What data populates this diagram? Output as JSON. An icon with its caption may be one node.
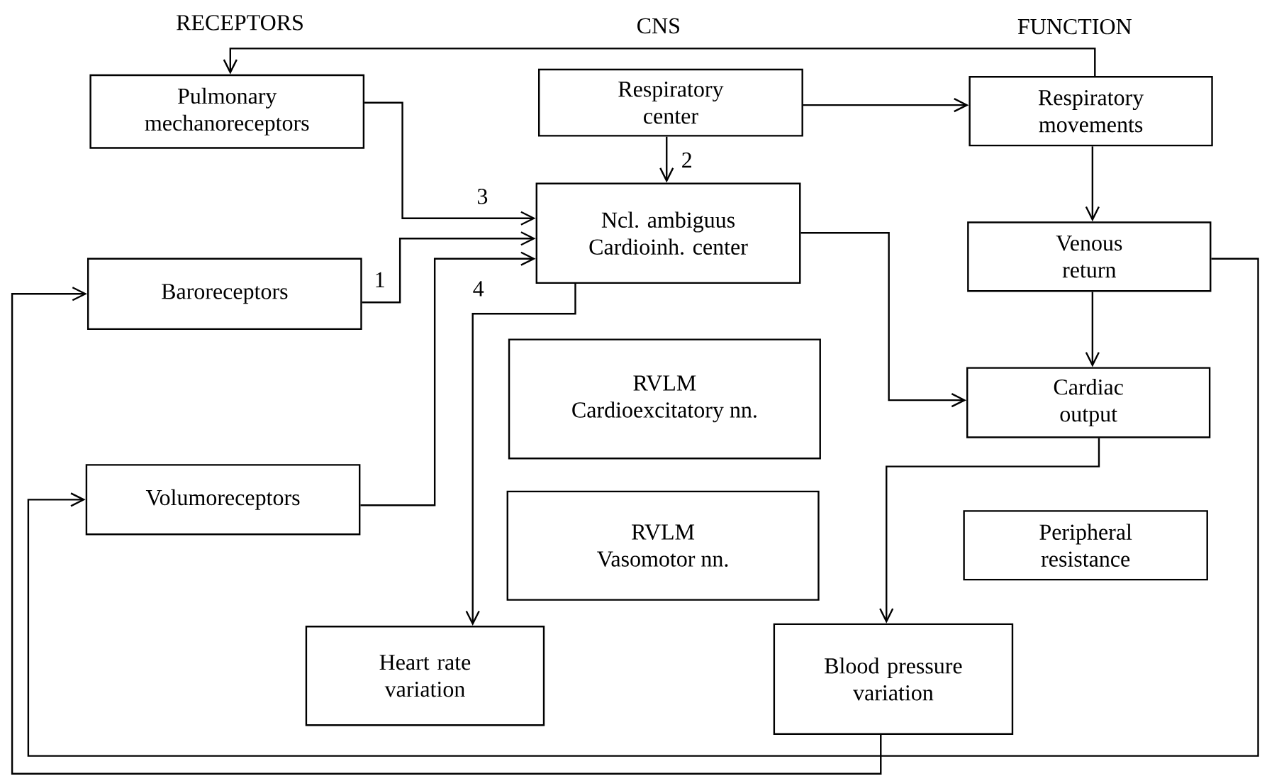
{
  "diagram": {
    "nodes": [
      {
        "text": [
          "Pulmonary mechanoreceptors"
        ]
      },
      {
        "text": [
          "Respiratory center"
        ]
      },
      {
        "text": [
          "Respiratory movements"
        ]
      },
      {
        "text": [
          "Baroreceptors"
        ]
      },
      {
        "text": [
          "Ncl. ambiguus",
          "Cardioinh. center"
        ]
      },
      {
        "text": [
          "Venous return"
        ]
      },
      {
        "text": [
          "RVLM",
          "Cardioexcitatory nn."
        ]
      },
      {
        "text": [
          "Cardiac output"
        ]
      },
      {
        "text": [
          "Volumoreceptors"
        ]
      },
      {
        "text": [
          "RVLM",
          "Vasomotor nn."
        ]
      },
      {
        "text": [
          "Peripheral resistance"
        ]
      },
      {
        "text": [
          "Heart rate variation"
        ]
      },
      {
        "text": [
          "Blood pressure variation"
        ]
      }
    ],
    "edges": [
      {
        "from": 2,
        "to": 0,
        "arrow": "to"
      },
      {
        "from": 1,
        "to": 2,
        "arrow": "to"
      },
      {
        "from": 1,
        "to": 4,
        "arrow": "to",
        "label": "2"
      },
      {
        "from": 0,
        "to": 4,
        "arrow": "to",
        "label": "3"
      },
      {
        "from": 3,
        "to": 4,
        "arrow": "to",
        "label": "1"
      },
      {
        "from": 8,
        "to": 4,
        "arrow": "to"
      },
      {
        "from": 4,
        "to": 11,
        "arrow": "to",
        "label": "4"
      },
      {
        "from": 4,
        "to": 7,
        "arrow": "to"
      },
      {
        "from": 2,
        "to": 5,
        "arrow": "to"
      },
      {
        "from": 5,
        "to": 7,
        "arrow": "to"
      },
      {
        "from": 7,
        "to": 12,
        "arrow": "to"
      },
      {
        "from": 12,
        "to": 3,
        "arrow": "to"
      },
      {
        "from": 5,
        "to": 8,
        "arrow": "to"
      }
    ],
    "labels": [
      "RECEPTORS",
      "CNS",
      "FUNCTION"
    ]
  }
}
